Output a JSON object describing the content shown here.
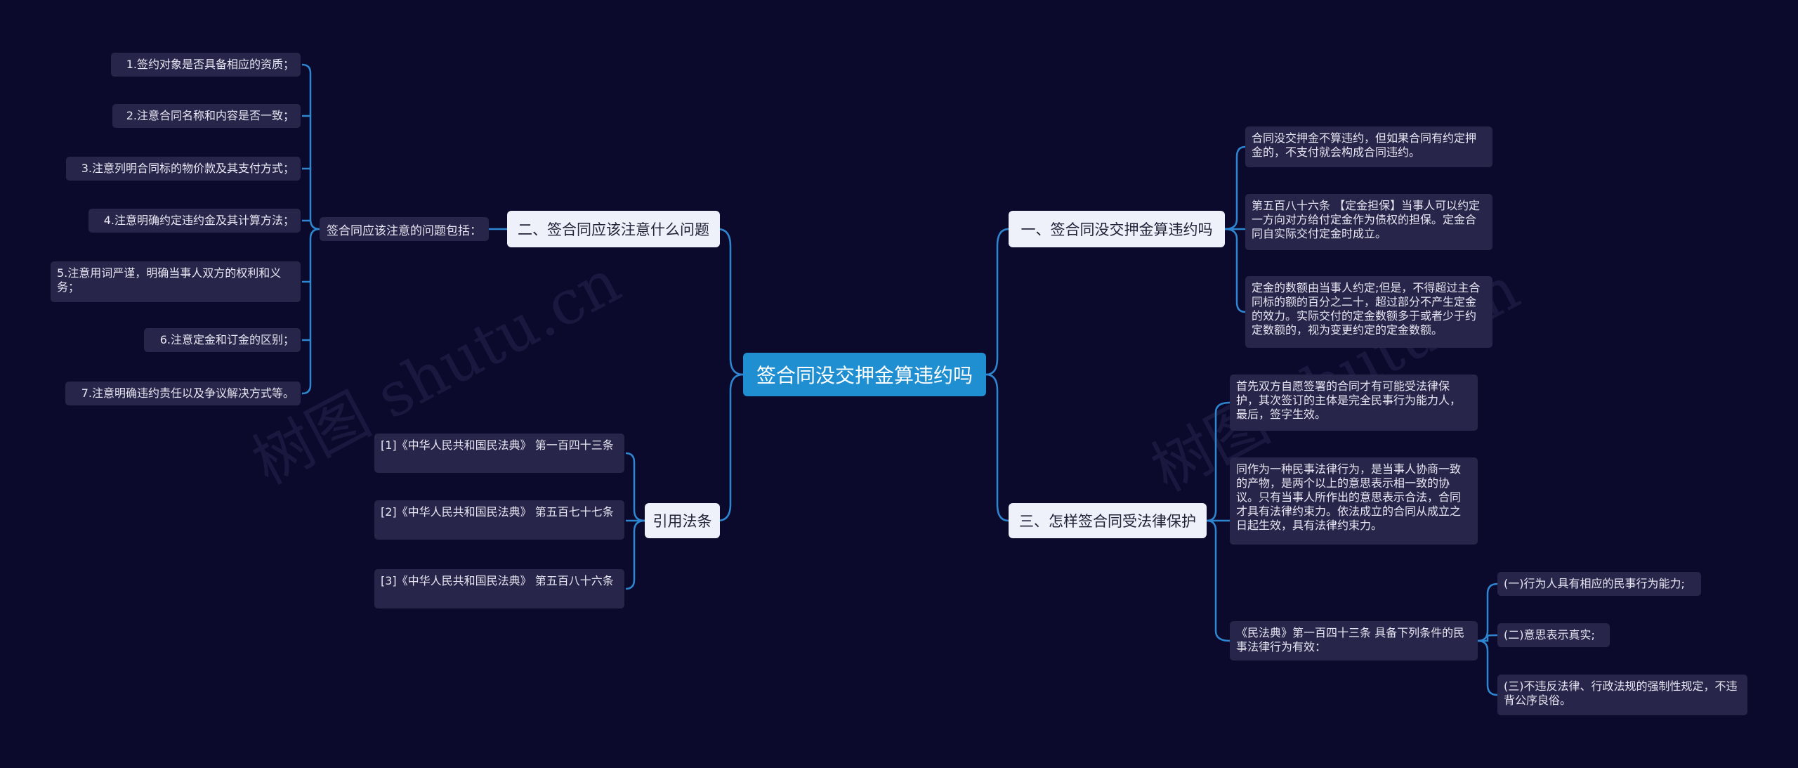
{
  "root": "签合同没交押金算违约吗",
  "watermark": "树图 shutu.cn",
  "branch_left_top": {
    "title": "二、签合同应该注意什么问题",
    "intro": "签合同应该注意的问题包括：",
    "items": [
      "1.签约对象是否具备相应的资质；",
      "2.注意合同名称和内容是否一致；",
      "3.注意列明合同标的物价款及其支付方式；",
      "4.注意明确约定违约金及其计算方法；",
      "5.注意用词严谨，明确当事人双方的权利和义务；",
      "6.注意定金和订金的区别；",
      "7.注意明确违约责任以及争议解决方式等。"
    ]
  },
  "branch_left_bottom": {
    "title": "引用法条",
    "items": [
      "[1]《中华人民共和国民法典》 第一百四十三条",
      "[2]《中华人民共和国民法典》 第五百七十七条",
      "[3]《中华人民共和国民法典》 第五百八十六条"
    ]
  },
  "branch_right_top": {
    "title": "一、签合同没交押金算违约吗",
    "items": [
      "合同没交押金不算违约，但如果合同有约定押金的，不支付就会构成合同违约。",
      "第五百八十六条 【定金担保】当事人可以约定一方向对方给付定金作为债权的担保。定金合同自实际交付定金时成立。",
      "定金的数额由当事人约定;但是，不得超过主合同标的额的百分之二十，超过部分不产生定金的效力。实际交付的定金数额多于或者少于约定数额的，视为变更约定的定金数额。"
    ]
  },
  "branch_right_bottom": {
    "title": "三、怎样签合同受法律保护",
    "items": [
      "首先双方自愿签署的合同才有可能受法律保护，其次签订的主体是完全民事行为能力人，最后，签字生效。",
      "同作为一种民事法律行为，是当事人协商一致的产物，是两个以上的意思表示相一致的协议。只有当事人所作出的意思表示合法，合同才具有法律约束力。依法成立的合同从成立之日起生效，具有法律约束力。",
      "《民法典》第一百四十三条 具备下列条件的民事法律行为有效："
    ],
    "conditions": [
      "(一)行为人具有相应的民事行为能力;",
      "(二)意思表示真实;",
      "(三)不违反法律、行政法规的强制性规定，不违背公序良俗。"
    ]
  }
}
